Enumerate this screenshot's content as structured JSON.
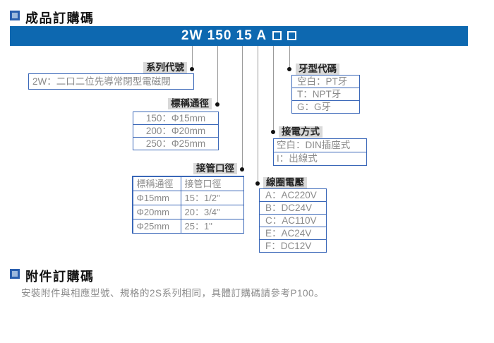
{
  "sections": {
    "product": {
      "title": "成品訂購碼"
    },
    "accessory": {
      "title": "附件訂購碼",
      "note": "安裝附件與相應型號、規格的2S系列相同，具體訂購碼請參考P100。"
    }
  },
  "banner": {
    "code": "2W 150 15 A",
    "blank_box_count": 2
  },
  "groups": {
    "series": {
      "label": "系列代號",
      "rows": [
        "2W：二口二位先導常閉型電磁閥"
      ]
    },
    "diameter": {
      "label": "標稱通徑",
      "rows": [
        "150：Φ15mm",
        "200：Φ20mm",
        "250：Φ25mm"
      ]
    },
    "pipe": {
      "label": "接管口徑",
      "headers": [
        "標稱通徑",
        "接管口徑"
      ],
      "rows": [
        [
          "Φ15mm",
          "15：1/2\""
        ],
        [
          "Φ20mm",
          "20：3/4\""
        ],
        [
          "Φ25mm",
          "25：1\""
        ]
      ]
    },
    "voltage": {
      "label": "線圈電壓",
      "rows": [
        "A：AC220V",
        "B：DC24V",
        "C：AC110V",
        "E：AC24V",
        "F：DC12V"
      ]
    },
    "connection": {
      "label": "接電方式",
      "rows": [
        "空白：DIN插座式",
        "I：出線式"
      ]
    },
    "thread": {
      "label": "牙型代碼",
      "rows": [
        "空白：PT牙",
        "T：NPT牙",
        "G：G牙"
      ]
    }
  },
  "colors": {
    "banner_blue": "#0d68b0",
    "box_border_blue": "#3a67b8",
    "label_gray": "#d9d9d9",
    "line_gray": "#9a9a9a",
    "text_gray": "#8a8a8a"
  }
}
